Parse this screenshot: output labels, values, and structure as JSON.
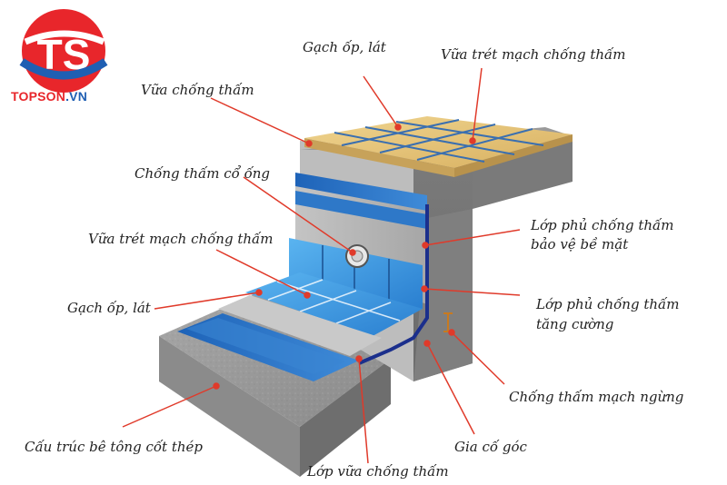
{
  "brand": {
    "name_red": "TOPSON",
    "name_blue": ".VN",
    "logo_letters": "TS",
    "colors": {
      "red": "#e8262b",
      "blue": "#1f5fb3"
    }
  },
  "labels": {
    "tile_top": "Gạch ốp, lát",
    "grout_top": "Vữa trét mạch chống thấm",
    "mortar_top": "Vữa chống thấm",
    "pipe": "Chống thấm cổ ống",
    "grout_mid": "Vữa trét mạch chống thấm",
    "tile_mid": "Gạch ốp, lát",
    "surface_coat_1": "Lớp phủ chống thấm",
    "surface_coat_2": "bảo vệ bề mặt",
    "reinforce_1": "Lớp phủ chống thấm",
    "reinforce_2": "tăng cường",
    "joint": "Chống thấm mạch ngừng",
    "corner": "Gia cố góc",
    "concrete": "Cấu trúc bê tông cốt thép",
    "mortar_layer": "Lớp vữa chống thấm"
  },
  "colors": {
    "concrete": "#8f8f8f",
    "tile_blue": "#3a8fd8",
    "tile_sand": "#e7c47a",
    "membrane": "#1b2f8c",
    "leader": "#e03a2a"
  }
}
